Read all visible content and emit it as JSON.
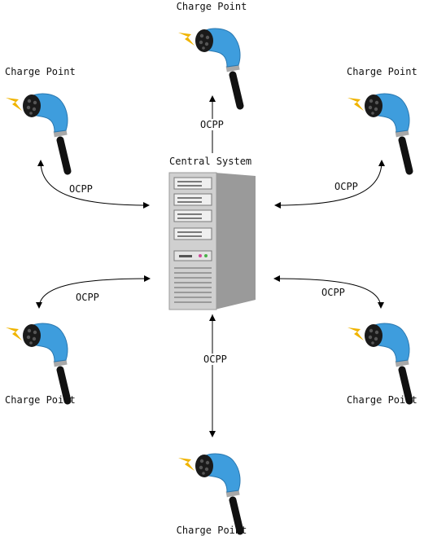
{
  "central_system": {
    "label": "Central System"
  },
  "charge_points": [
    {
      "id": "top",
      "label": "Charge Point",
      "link_label": "OCPP"
    },
    {
      "id": "upper-left",
      "label": "Charge Point",
      "link_label": "OCPP"
    },
    {
      "id": "upper-right",
      "label": "Charge Point",
      "link_label": "OCPP"
    },
    {
      "id": "lower-left",
      "label": "Charge Point",
      "link_label": "OCPP"
    },
    {
      "id": "lower-right",
      "label": "Charge Point",
      "link_label": "OCPP"
    },
    {
      "id": "bottom",
      "label": "Charge Point",
      "link_label": "OCPP"
    }
  ],
  "colors": {
    "plug_body": "#3e9ddd",
    "plug_face": "#1a1a1a",
    "cable": "#111111",
    "cable_band": "#a8a8a8",
    "lightning": "#f0b400",
    "server": "#c8c8c8",
    "server_dark": "#9a9a9a",
    "arrow": "#000000"
  },
  "icons": {
    "charge_point": "ev-charging-plug-icon",
    "central_system": "server-tower-icon"
  }
}
